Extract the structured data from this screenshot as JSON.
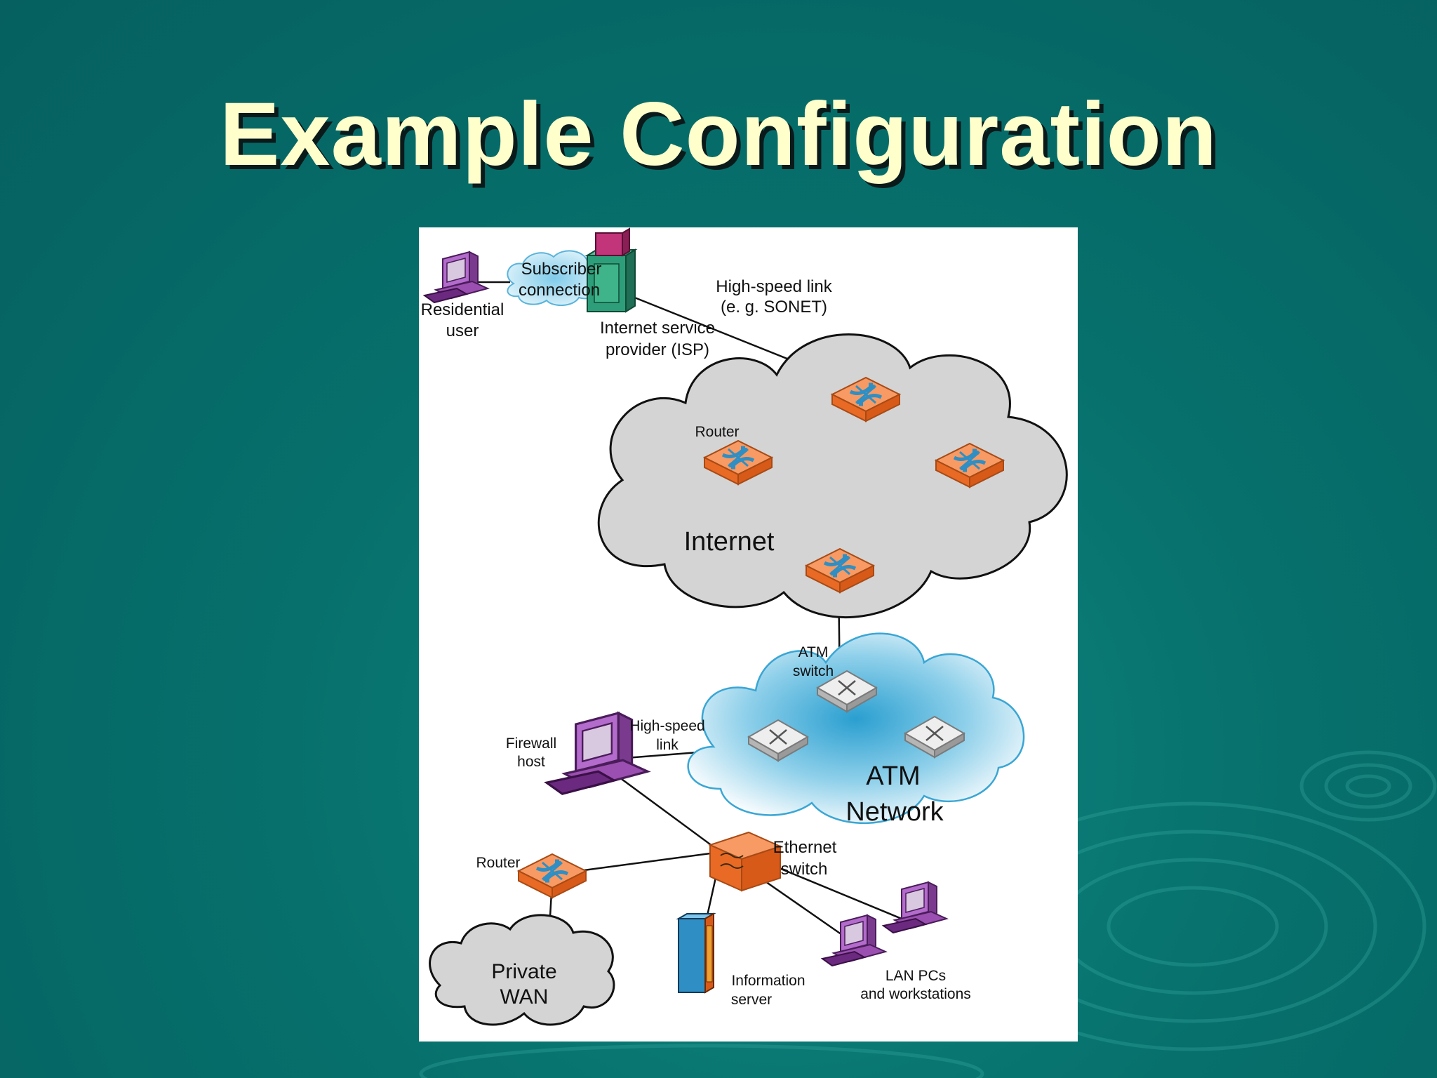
{
  "slide": {
    "title": "Example Configuration"
  },
  "diagram": {
    "labels": {
      "subscriber_connection_1": "Subscriber",
      "subscriber_connection_2": "connection",
      "residential_user_1": "Residential",
      "residential_user_2": "user",
      "isp_1": "Internet service",
      "isp_2": "provider (ISP)",
      "high_speed_link_1": "High-speed link",
      "high_speed_link_2": "(e. g. SONET)",
      "router_internet": "Router",
      "internet": "Internet",
      "atm_switch_1": "ATM",
      "atm_switch_2": "switch",
      "atm_network_1": "ATM",
      "atm_network_2": "Network",
      "firewall_host_1": "Firewall",
      "firewall_host_2": "host",
      "firewall_link_1": "High-speed",
      "firewall_link_2": "link",
      "ethernet_switch_1": "Ethernet",
      "ethernet_switch_2": "switch",
      "router_wan": "Router",
      "private_wan_1": "Private",
      "private_wan_2": "WAN",
      "info_server_1": "Information",
      "info_server_2": "server",
      "lan_pcs_1": "LAN PCs",
      "lan_pcs_2": "and workstations"
    },
    "icons": {
      "router": "router-icon",
      "atm_switch": "atm-switch-icon",
      "ethernet_switch": "ethernet-switch-icon",
      "computer": "computer-icon",
      "server": "server-icon",
      "cloud": "cloud-icon"
    },
    "colors": {
      "router_fill": "#f47a35",
      "atm_cloud": "#3aa6d4",
      "internet_cloud": "#d4d4d4",
      "computer": "#9b4fb0"
    }
  }
}
